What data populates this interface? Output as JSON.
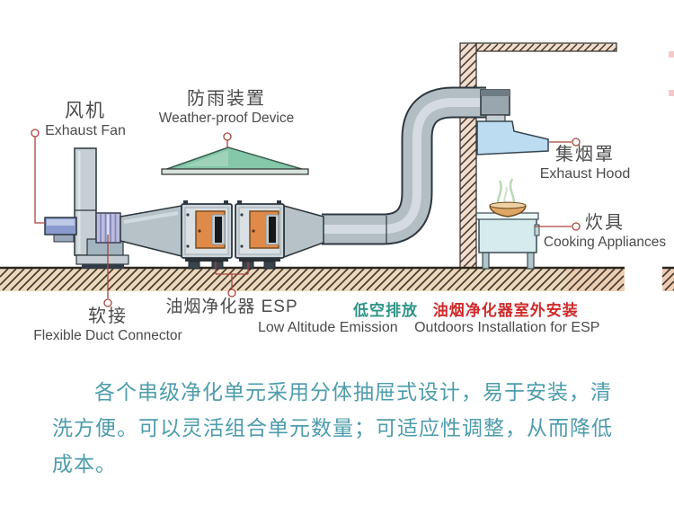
{
  "colors": {
    "leader_red": "#a8453c",
    "emission_teal": "#2f9487",
    "outdoor_red": "#cf2b2b",
    "paragraph_teal": "#4e9cab",
    "label_gray": "#4b4b4b",
    "roof_green": "#85c7a9",
    "door_orange": "#e08a4a",
    "hood_blue": "#bcdcf2",
    "ground_tan": "#ecd8bc",
    "wall_pink": "#f2dccb"
  },
  "diagram": {
    "fan": {
      "cn": "风机",
      "en": "Exhaust Fan"
    },
    "weather_device": {
      "cn": "防雨装置",
      "en": "Weather-proof Device"
    },
    "exhaust_hood": {
      "cn": "集烟罩",
      "en": "Exhaust Hood"
    },
    "cooking_appliances": {
      "cn": "炊具",
      "en": "Cooking Appliances"
    },
    "flexible_connector": {
      "cn": "软接",
      "en": "Flexible Duct Connector"
    },
    "esp": {
      "cn": "油烟净化器 ESP"
    },
    "emission": {
      "cn": "低空排放",
      "en": "Low Altitude Emission"
    },
    "outdoor_install": {
      "cn": "油烟净化器室外安装",
      "en": "Outdoors Installation for ESP"
    }
  },
  "paragraph": {
    "lines": [
      "各个串级净化单元采用分体抽屉式设计，易于安装，清",
      "洗方便。可以灵活组合单元数量；可适应性调整，从而降低",
      "成本。"
    ]
  }
}
